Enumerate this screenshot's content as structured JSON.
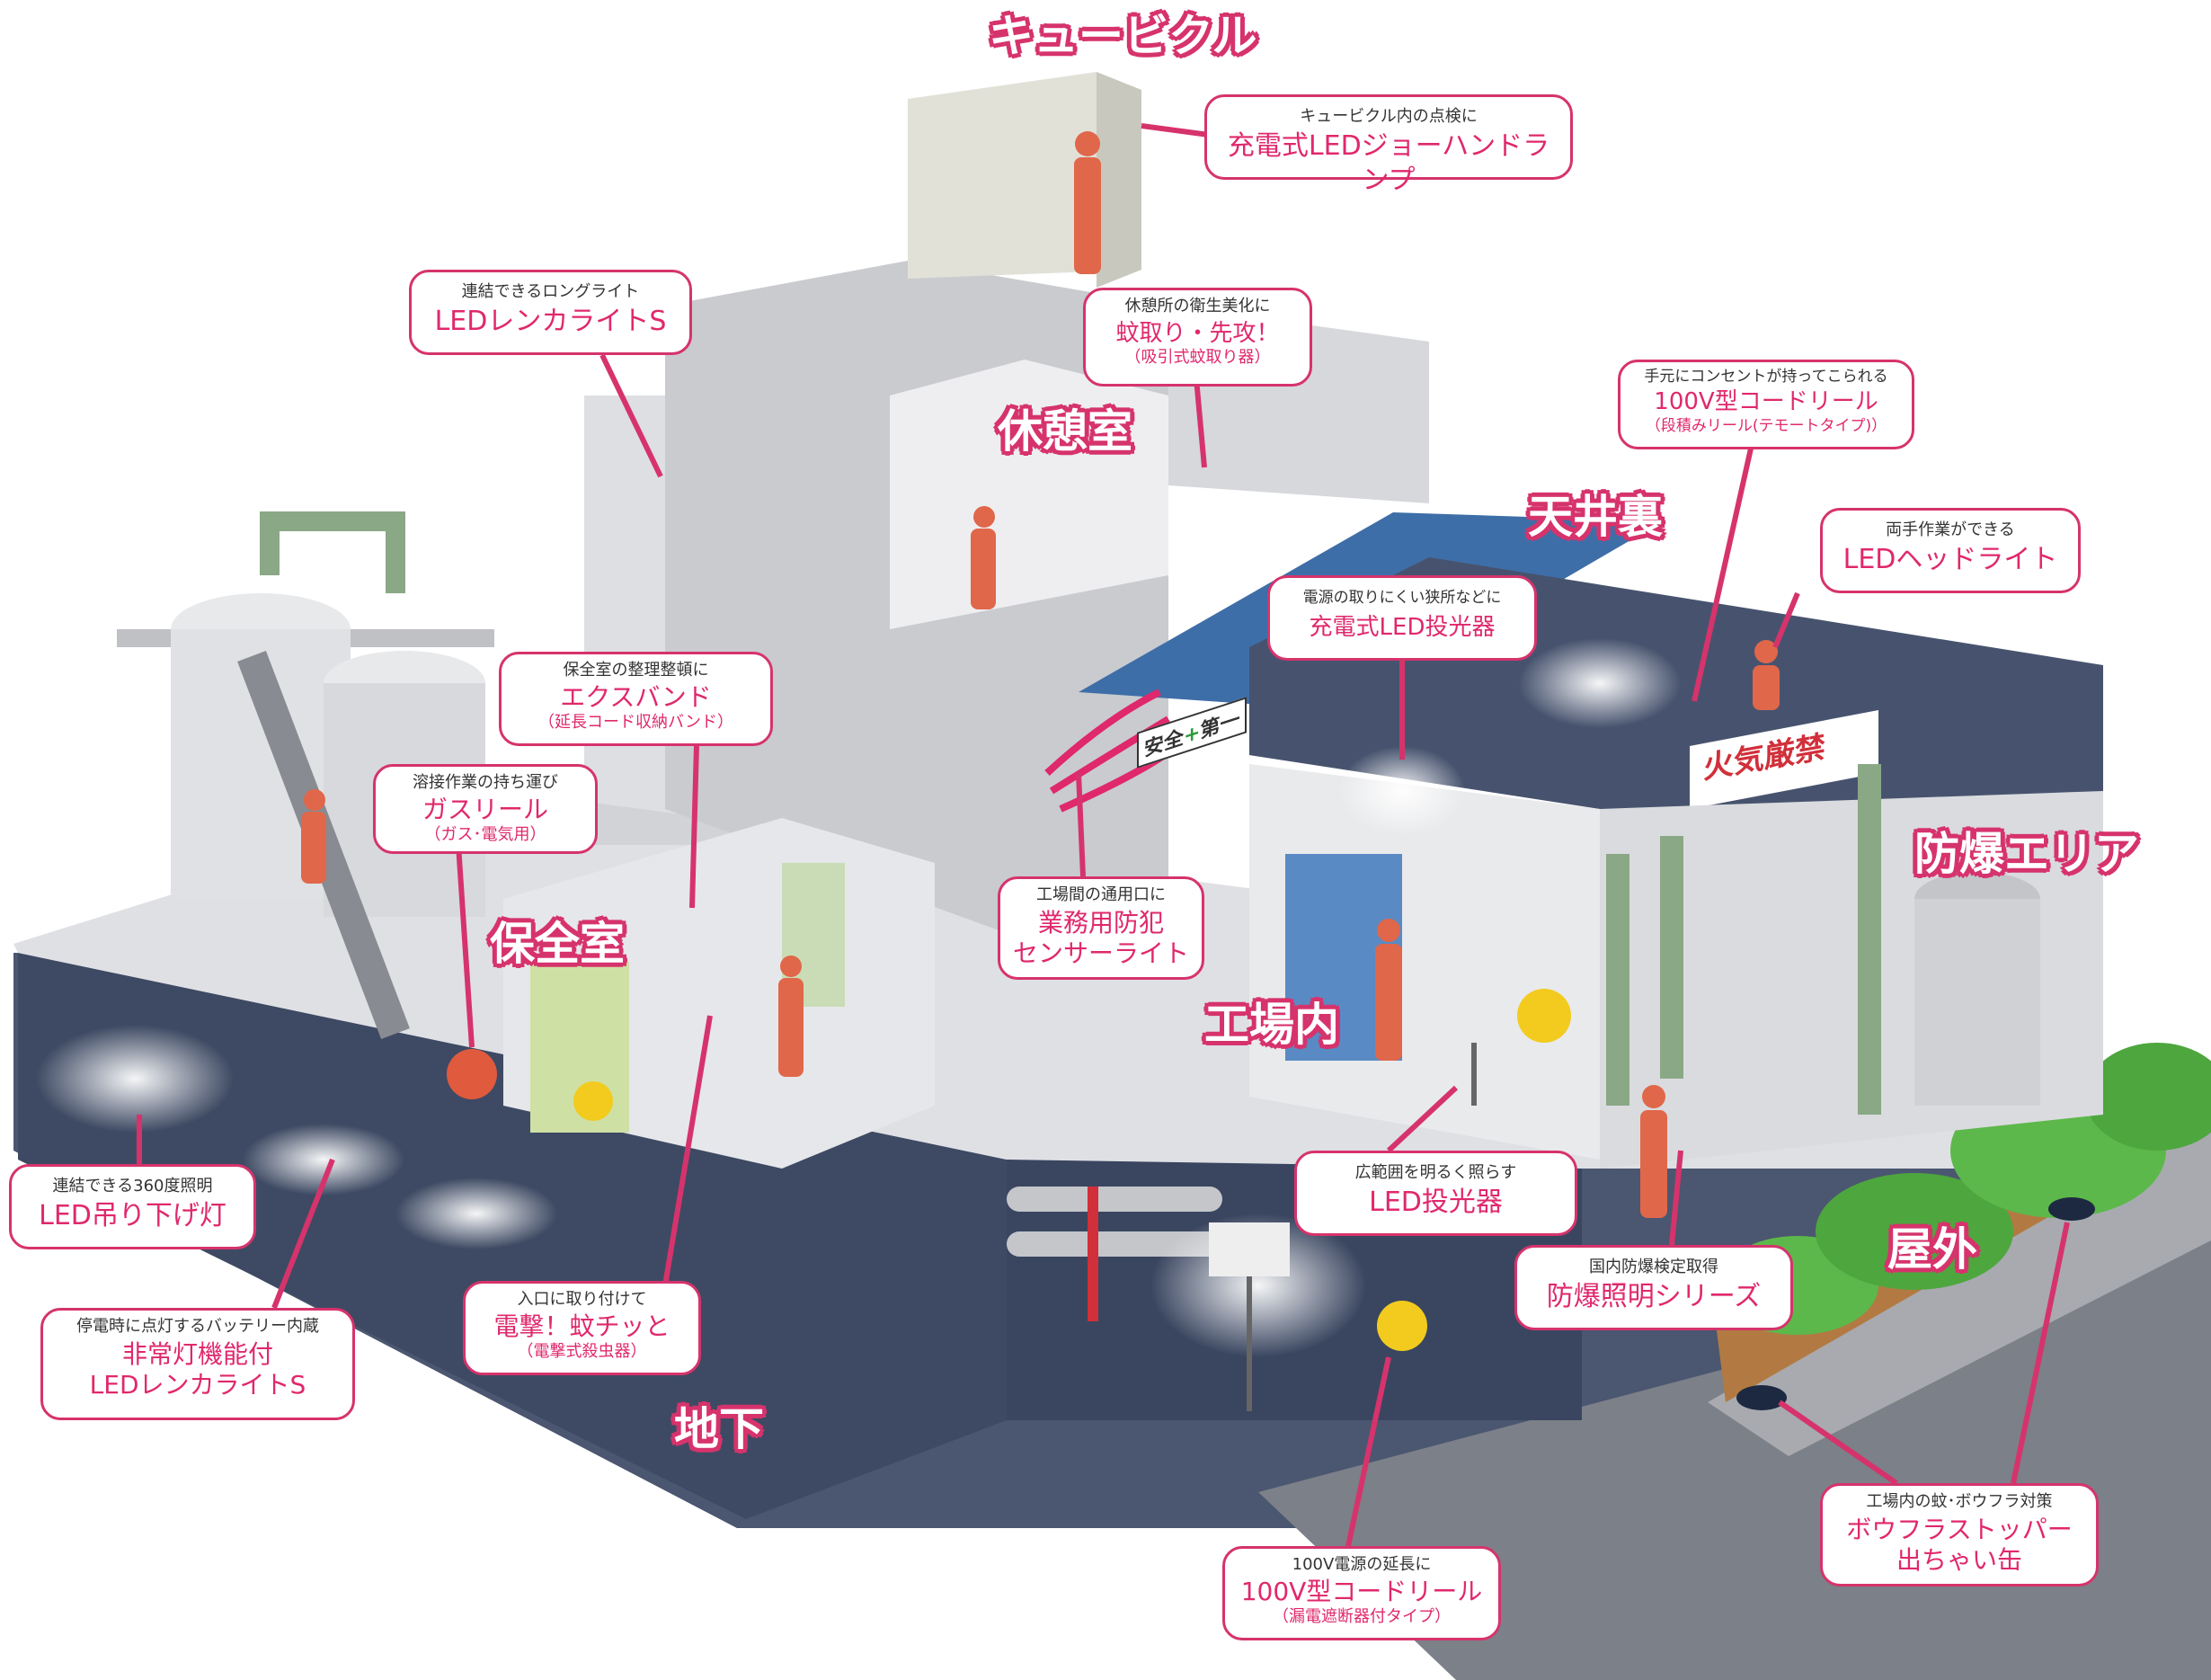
{
  "areas": {
    "cubicle": "キュービクル",
    "break_room": "休憩室",
    "attic": "天井裏",
    "maintenance_room": "保全室",
    "factory": "工場内",
    "explosion_proof_area": "防爆エリア",
    "outdoor": "屋外",
    "underground": "地下"
  },
  "signs": {
    "safety": "安全",
    "safety_cross": "+",
    "first": "第一",
    "fire_strictly_prohibited": "火気厳禁"
  },
  "callouts": {
    "cubicle_lamp": {
      "small": "キュービクル内の点検に",
      "large": "充電式LEDジョーハンドランプ"
    },
    "ren_light": {
      "small": "連結できるロングライト",
      "large": "LEDレンカライトS"
    },
    "mosquito_trap": {
      "small": "休憩所の衛生美化に",
      "large": "蚊取り・先攻！",
      "sub": "（吸引式蚊取り器）"
    },
    "cord_reel_stack": {
      "small": "手元にコンセントが持ってこられる",
      "large": "100V型コードリール",
      "sub": "（段積みリール(テモートタイプ)）"
    },
    "headlight": {
      "small": "両手作業ができる",
      "large": "LEDヘッドライト"
    },
    "rechargeable_floodlight": {
      "small": "電源の取りにくい狭所などに",
      "large": "充電式LED投光器"
    },
    "expand": {
      "small": "保全室の整理整頓に",
      "large": "エクスバンド",
      "sub": "（延長コード収納バンド）"
    },
    "gas_reel": {
      "small": "溶接作業の持ち運び",
      "large": "ガスリール",
      "sub": "（ガス･電気用）"
    },
    "sensor_light": {
      "small": "工場間の通用口に",
      "large": "業務用防犯",
      "large2": "センサーライト"
    },
    "led_floodlight": {
      "small": "広範囲を明るく照らす",
      "large": "LED投光器"
    },
    "explosion_proof": {
      "small": "国内防爆検定取得",
      "large": "防爆照明シリーズ"
    },
    "pendant_light": {
      "small": "連結できる360度照明",
      "large": "LED吊り下げ灯"
    },
    "emergency_ren": {
      "small": "停電時に点灯するバッテリー内蔵",
      "large": "非常灯機能付",
      "large2": "LEDレンカライトS"
    },
    "zapper": {
      "small": "入口に取り付けて",
      "large": "電撃！蚊チッと",
      "sub": "（電撃式殺虫器）"
    },
    "cord_reel_leak": {
      "small": "100V電源の延長に",
      "large": "100V型コードリール",
      "sub": "（漏電遮断器付タイプ）"
    },
    "larva_stopper": {
      "small": "工場内の蚊･ボウフラ対策",
      "large": "ボウフラストッパー",
      "large2": "出ちゃい缶"
    }
  },
  "colors": {
    "accent": "#e0286c",
    "callout_border": "#d6336c",
    "wall_light": "#e4e5e8",
    "wall_mid": "#c9cbcf",
    "wall_dark": "#8e9197",
    "underground": "#3e4a63",
    "worker": "#e0674a",
    "roof_blue": "#3e6ea8",
    "pipe_green": "#8aa886",
    "greenery": "#5cb84a"
  }
}
